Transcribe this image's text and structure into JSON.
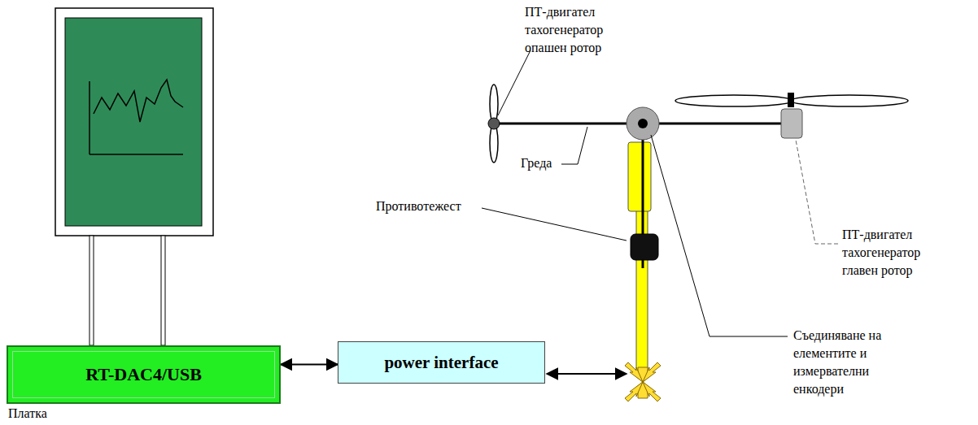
{
  "diagram": {
    "nodes": [
      {
        "text": [
          "RT-DAC4/USB"
        ]
      },
      {
        "text": [
          "power interface"
        ]
      }
    ],
    "edges": [
      {
        "from": 0,
        "to": 1,
        "arrow": "both"
      }
    ],
    "labels": [
      "Платка",
      "ПТ-двигател тахогенератор опашен ротор",
      "Греда",
      "Противотежест",
      "ПТ-двигател тахогенератор главен ротор",
      "Съединяване на елементите и измервателни енкодери"
    ]
  }
}
